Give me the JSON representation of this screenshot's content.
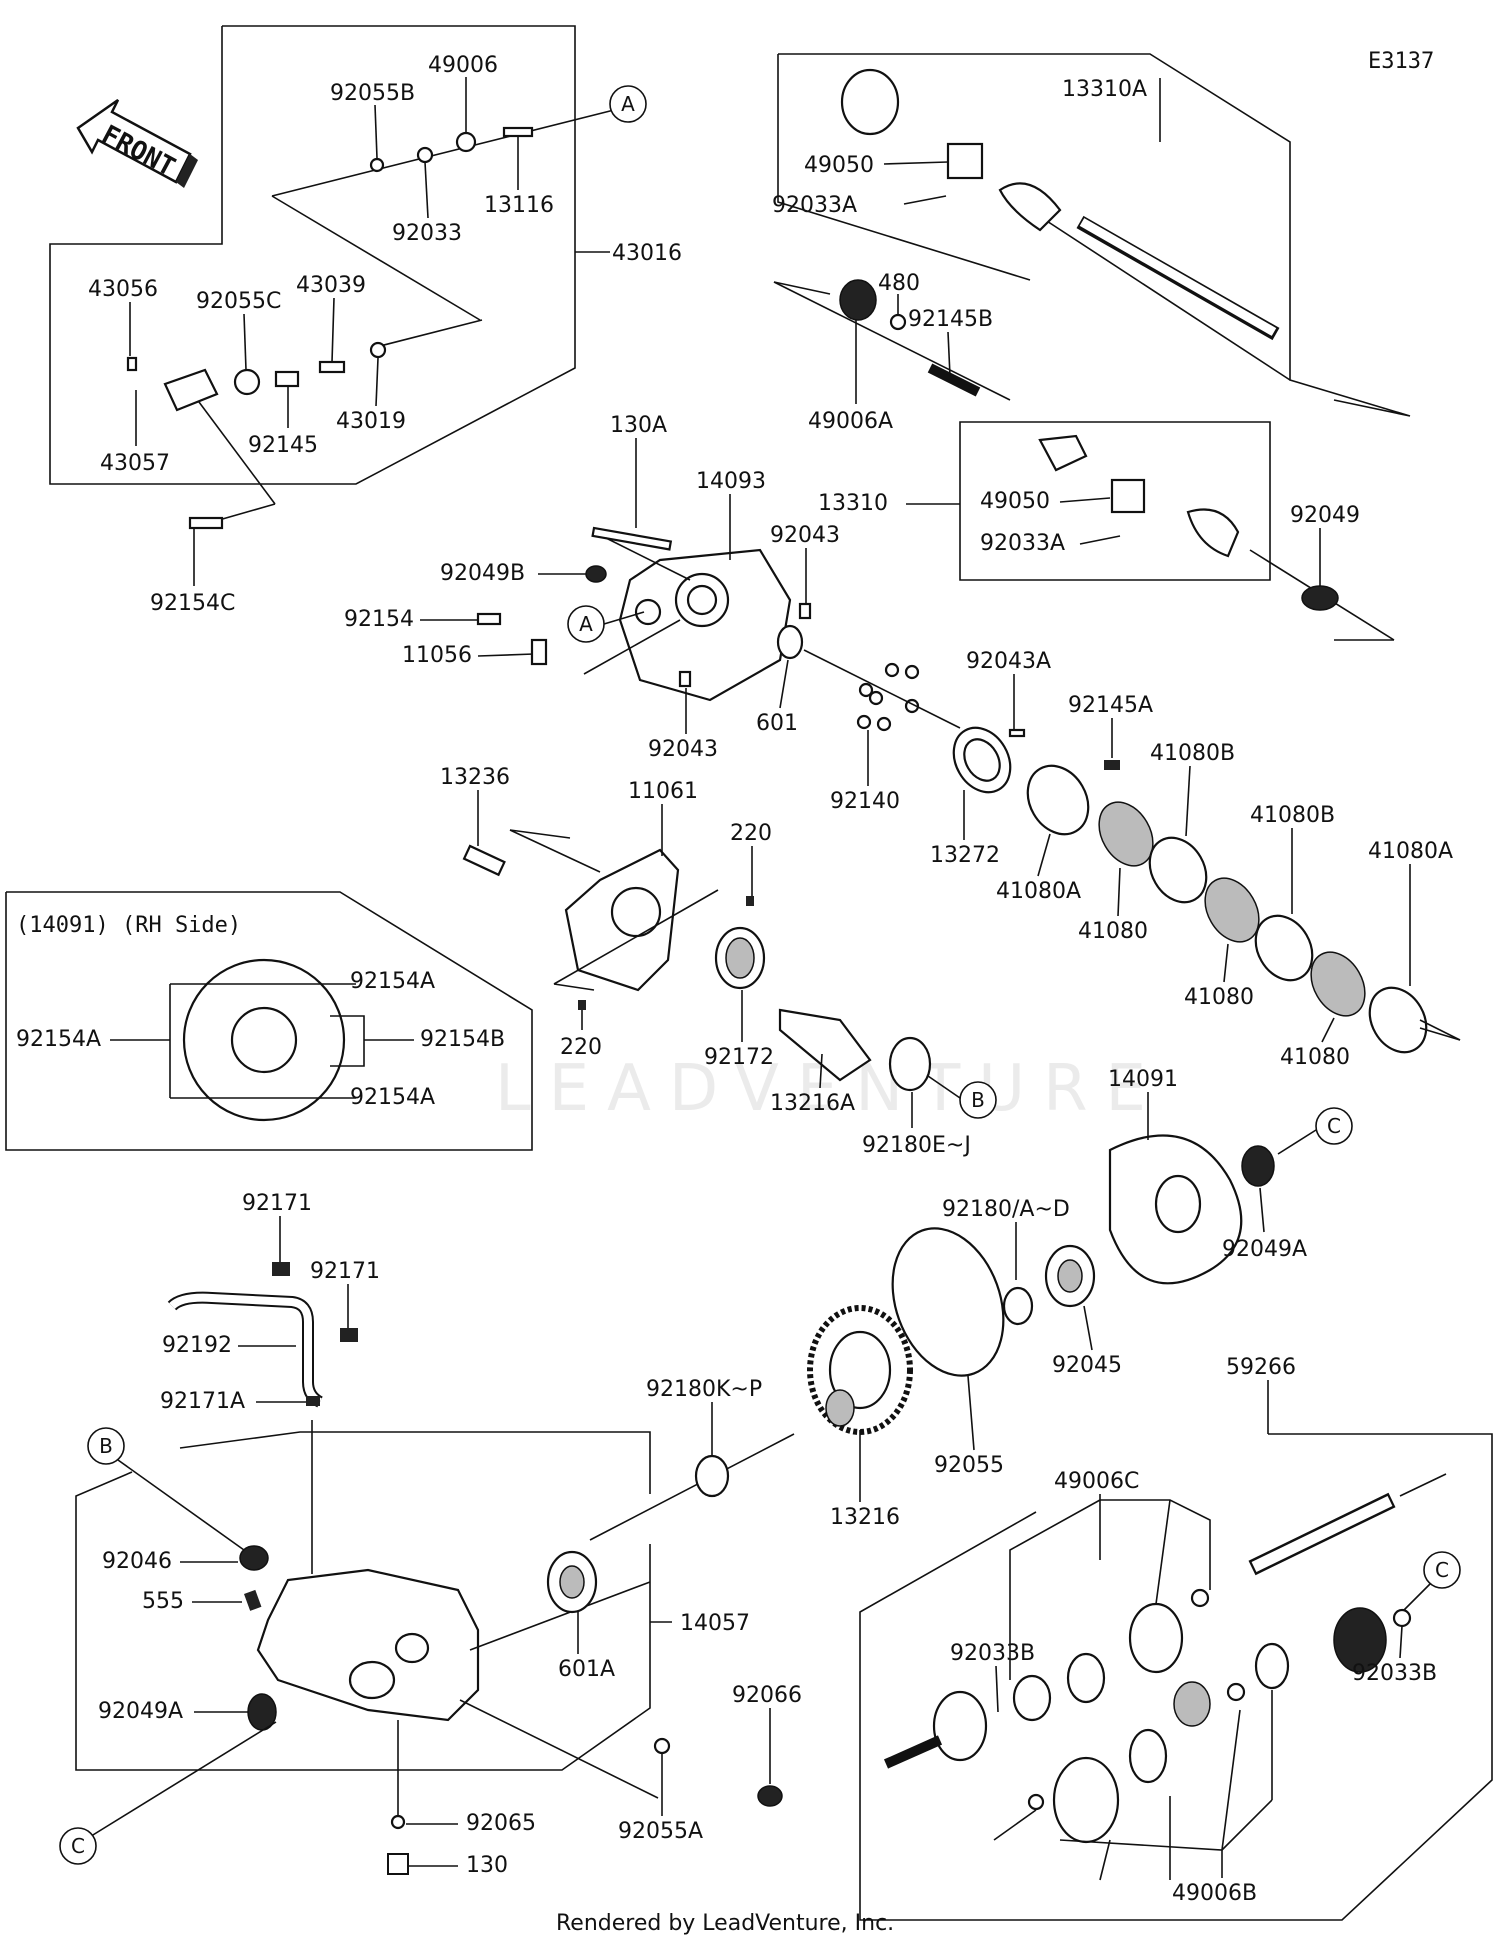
{
  "diagram_code": "E3137",
  "front_label": "FRONT",
  "watermark": "LEADVENTURE",
  "footer": "Rendered by LeadVenture, Inc.",
  "inset_title": "(14091) (RH Side)",
  "callouts": {
    "a": "A",
    "b": "B",
    "c": "C"
  },
  "parts": {
    "p13310A": "13310A",
    "p49050_top": "49050",
    "p92033A_top": "92033A",
    "p92055B": "92055B",
    "p49006": "49006",
    "p13116": "13116",
    "p92033": "92033",
    "p43016": "43016",
    "p43056": "43056",
    "p92055C": "92055C",
    "p43039": "43039",
    "p43057": "43057",
    "p92145": "92145",
    "p43019": "43019",
    "p92154C": "92154C",
    "p480": "480",
    "p92145B": "92145B",
    "p49006A": "49006A",
    "p130A": "130A",
    "p14093": "14093",
    "p92043_top": "92043",
    "p92049B": "92049B",
    "p92154": "92154",
    "p11056": "11056",
    "p601": "601",
    "p92043_bot": "92043",
    "p13310": "13310",
    "p49050_mid": "49050",
    "p92033A_mid": "92033A",
    "p92049": "92049",
    "p92043A": "92043A",
    "p92145A": "92145A",
    "p41080B_1": "41080B",
    "p41080B_2": "41080B",
    "p41080A_1": "41080A",
    "p41080A_2": "41080A",
    "p92140": "92140",
    "p13272": "13272",
    "p41080_1": "41080",
    "p41080_2": "41080",
    "p41080_3": "41080",
    "p13236": "13236",
    "p11061": "11061",
    "p220_top": "220",
    "p220_bot": "220",
    "p92172": "92172",
    "p13216A": "13216A",
    "p92180EJ": "92180E~J",
    "p92154A_1": "92154A",
    "p92154A_2": "92154A",
    "p92154A_3": "92154A",
    "p92154B": "92154B",
    "p14091": "14091",
    "p92049A_top": "92049A",
    "p92180AD": "92180/A~D",
    "p92045": "92045",
    "p92171_1": "92171",
    "p92171_2": "92171",
    "p92192": "92192",
    "p92171A": "92171A",
    "p92180KP": "92180K~P",
    "p92055": "92055",
    "p13216": "13216",
    "p92046": "92046",
    "p555": "555",
    "p601A": "601A",
    "p14057": "14057",
    "p92049A_bot": "92049A",
    "p92066": "92066",
    "p92055A": "92055A",
    "p92065": "92065",
    "p130": "130",
    "p59266": "59266",
    "p49006C": "49006C",
    "p92033B_1": "92033B",
    "p92033B_2": "92033B",
    "p49006B": "49006B"
  }
}
